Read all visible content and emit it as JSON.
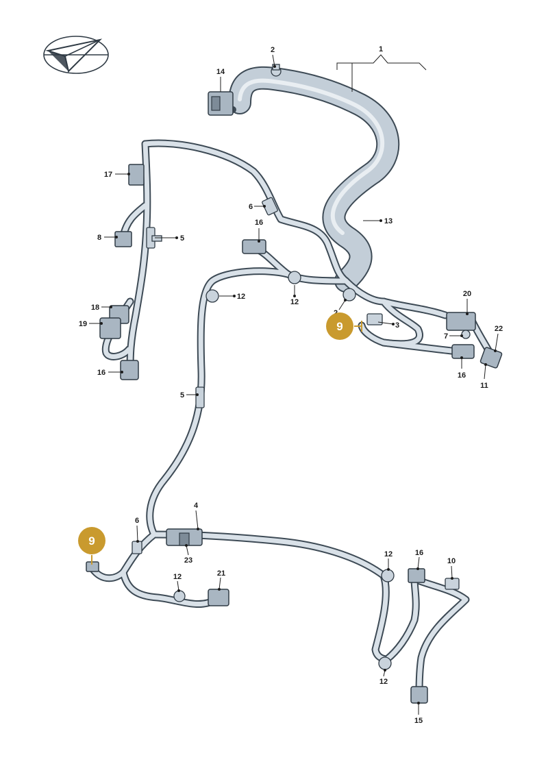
{
  "logo": {
    "icon": "paper-plane-direction-icon"
  },
  "colors": {
    "badge": "#c99a2e",
    "harness": "#d9e1e8",
    "outline": "#3d4a55"
  },
  "callouts": {
    "c1": "1",
    "c2_top": "2",
    "c2_mid": "2",
    "c3": "3",
    "c4": "4",
    "c5_a": "5",
    "c5_b": "5",
    "c6_a": "6",
    "c6_b": "6",
    "c7": "7",
    "c8": "8",
    "c10": "10",
    "c11": "11",
    "c12_a": "12",
    "c12_b": "12",
    "c12_c": "12",
    "c12_d": "12",
    "c12_e": "12",
    "c13": "13",
    "c14": "14",
    "c15": "15",
    "c16_a": "16",
    "c16_b": "16",
    "c16_c": "16",
    "c16_d": "16",
    "c17": "17",
    "c18": "18",
    "c19": "19",
    "c20": "20",
    "c21": "21",
    "c22": "22",
    "c23": "23"
  },
  "badges": {
    "badge_a": "9",
    "badge_b": "9"
  }
}
